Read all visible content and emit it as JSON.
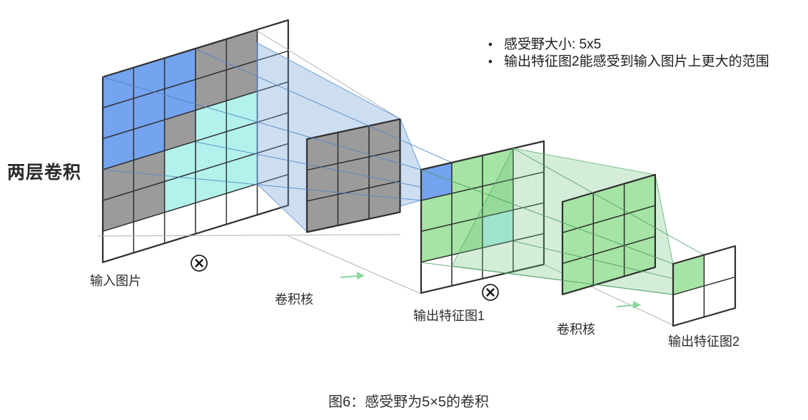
{
  "side_label": "两层卷积",
  "bullets": {
    "items": [
      "感受野大小: 5x5",
      "输出特征图2能感受到输入图片上更大的范围"
    ]
  },
  "caption": "图6：感受野为5×5的卷积",
  "operator_symbol": "⊗",
  "colors": {
    "B": "#74A3EF",
    "C": "#B2F1EC",
    "G": "#9B9B9B",
    "N": "#A5E4A4",
    "W": "#FFFFFF",
    "grid_line": "#2E2E2E",
    "cone_blue_fill": "#6FA0D6",
    "cone_blue_edge": "#5E94CF",
    "cone_green_fill": "#6FC382",
    "cone_green_edge": "#58B06E",
    "ray_blue": "#4F86C6",
    "ray_green": "#4F9E66",
    "connector_gray": "#B3B3B3",
    "arrow_green": "#8BD79B",
    "text": "#2B2B2B"
  },
  "nodes": {
    "input": {
      "label": "输入图片",
      "rows": 6,
      "cols": 6,
      "cells": [
        [
          "B",
          "B",
          "B",
          "G",
          "G",
          "W"
        ],
        [
          "B",
          "B",
          "B",
          "G",
          "G",
          "W"
        ],
        [
          "B",
          "B",
          "G",
          "C",
          "C",
          "W"
        ],
        [
          "G",
          "G",
          "C",
          "C",
          "C",
          "W"
        ],
        [
          "G",
          "G",
          "C",
          "C",
          "C",
          "W"
        ],
        [
          "W",
          "W",
          "W",
          "W",
          "W",
          "W"
        ]
      ]
    },
    "kernel1": {
      "label": "卷积核",
      "rows": 3,
      "cols": 3,
      "cells": [
        [
          "G",
          "G",
          "G"
        ],
        [
          "G",
          "G",
          "G"
        ],
        [
          "G",
          "G",
          "G"
        ]
      ]
    },
    "feature1": {
      "label": "输出特征图1",
      "rows": 4,
      "cols": 4,
      "cells": [
        [
          "B",
          "N",
          "N",
          "W"
        ],
        [
          "N",
          "N",
          "N",
          "W"
        ],
        [
          "N",
          "N",
          "C",
          "W"
        ],
        [
          "W",
          "W",
          "W",
          "W"
        ]
      ]
    },
    "kernel2": {
      "label": "卷积核",
      "rows": 3,
      "cols": 3,
      "cells": [
        [
          "N",
          "N",
          "N"
        ],
        [
          "N",
          "N",
          "N"
        ],
        [
          "N",
          "N",
          "N"
        ]
      ]
    },
    "feature2": {
      "label": "输出特征图2",
      "rows": 2,
      "cols": 2,
      "cells": [
        [
          "N",
          "W"
        ],
        [
          "W",
          "W"
        ]
      ]
    }
  }
}
